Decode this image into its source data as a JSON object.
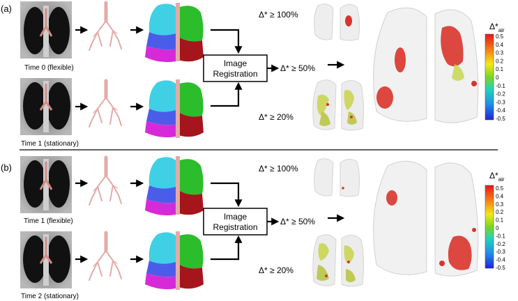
{
  "panels": [
    {
      "tag": "(a)",
      "ct_labels": [
        "Time 0 (flexible)",
        "Time 1 (stationary)"
      ],
      "registration_box": [
        "Image",
        "Registration"
      ],
      "thresholds": [
        "Δ* ≥ 100%",
        "Δ* ≥ 50%",
        "Δ* ≥ 20%"
      ],
      "colorbar": {
        "title": "Δ*",
        "title_sub": "air",
        "ticks": [
          "0.5",
          "0.4",
          "0.3",
          "0.2",
          "0.1",
          "0",
          "-0.1",
          "-0.2",
          "-0.3",
          "-0.4",
          "-0.5"
        ]
      }
    },
    {
      "tag": "(b)",
      "ct_labels": [
        "Time 1 (flexible)",
        "Time 2 (stationary)"
      ],
      "registration_box": [
        "Image",
        "Registration"
      ],
      "thresholds": [
        "Δ* ≥ 100%",
        "Δ* ≥ 50%",
        "Δ* ≥ 20%"
      ],
      "colorbar": {
        "title": "Δ*",
        "title_sub": "air",
        "ticks": [
          "0.5",
          "0.4",
          "0.3",
          "0.2",
          "0.1",
          "0",
          "-0.1",
          "-0.2",
          "-0.3",
          "-0.4",
          "-0.5"
        ]
      }
    }
  ],
  "colors": {
    "lobe_cyan": "#3fd0e6",
    "lobe_blue": "#4a5de8",
    "lobe_magenta": "#d62ad8",
    "lobe_green": "#2bbd2b",
    "lobe_darkred": "#a4161b",
    "airway": "#e3aaa8",
    "hotspot": "#d9342b",
    "lowspot": "#c8d44a"
  }
}
